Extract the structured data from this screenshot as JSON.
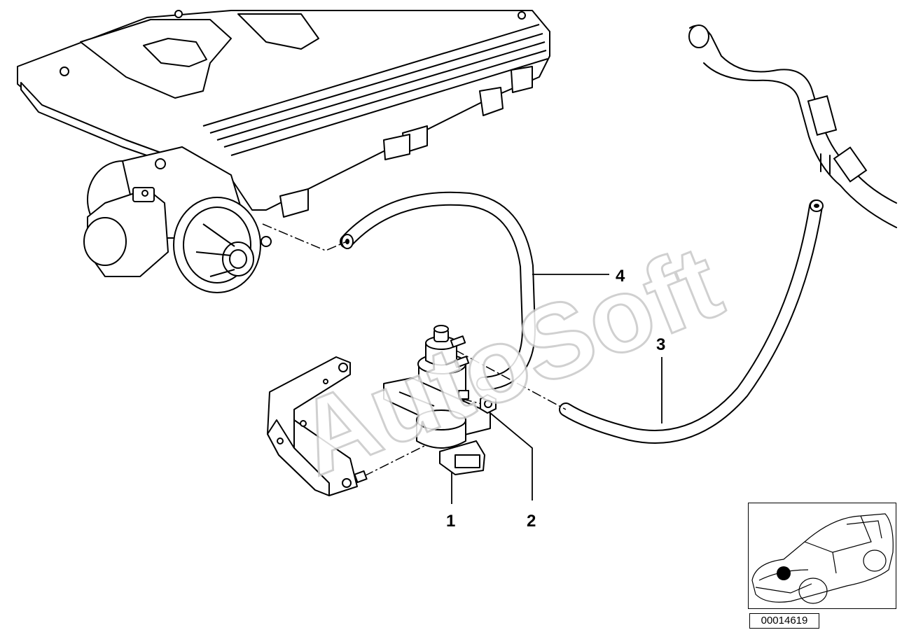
{
  "diagram": {
    "watermark": "AutoSoft",
    "callouts": [
      "1",
      "2",
      "3",
      "4"
    ],
    "reference_number": "00014619"
  }
}
